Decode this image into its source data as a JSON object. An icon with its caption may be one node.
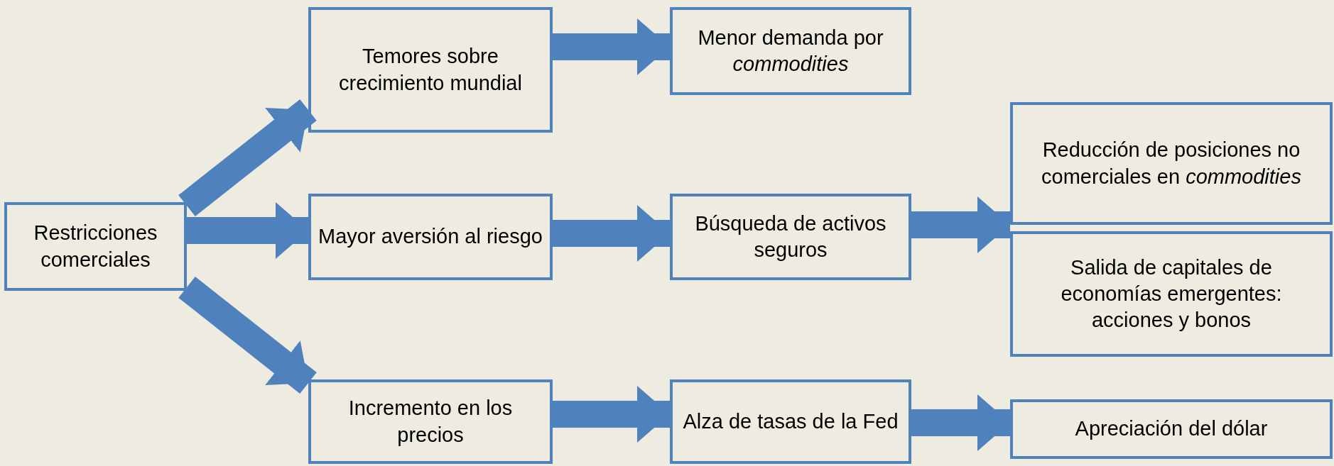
{
  "diagram": {
    "nodes": [
      {
        "text": [
          "Restricciones comerciales"
        ]
      },
      {
        "text": [
          "Temores sobre crecimiento mundial"
        ]
      },
      {
        "text": [
          "Menor demanda por *commodities*"
        ]
      },
      {
        "text": [
          "Mayor aversión al riesgo"
        ]
      },
      {
        "text": [
          "Búsqueda de activos seguros"
        ]
      },
      {
        "text": [
          "Reducción de posiciones no comerciales en *commodities*"
        ]
      },
      {
        "text": [
          "Salida de capitales de economías emergentes: acciones y bonos"
        ]
      },
      {
        "text": [
          "Incremento en los precios"
        ]
      },
      {
        "text": [
          "Alza de tasas de la Fed"
        ]
      },
      {
        "text": [
          "Apreciación del dólar"
        ]
      }
    ],
    "edges": [
      {
        "from": 0,
        "to": 1,
        "arrow": "to"
      },
      {
        "from": 0,
        "to": 3,
        "arrow": "to"
      },
      {
        "from": 0,
        "to": 7,
        "arrow": "to"
      },
      {
        "from": 1,
        "to": 2,
        "arrow": "to"
      },
      {
        "from": 3,
        "to": 4,
        "arrow": "to"
      },
      {
        "from": 4,
        "to": 5,
        "arrow": "to"
      },
      {
        "from": 4,
        "to": 6,
        "arrow": "to"
      },
      {
        "from": 7,
        "to": 8,
        "arrow": "to"
      },
      {
        "from": 8,
        "to": 9,
        "arrow": "to"
      }
    ]
  }
}
